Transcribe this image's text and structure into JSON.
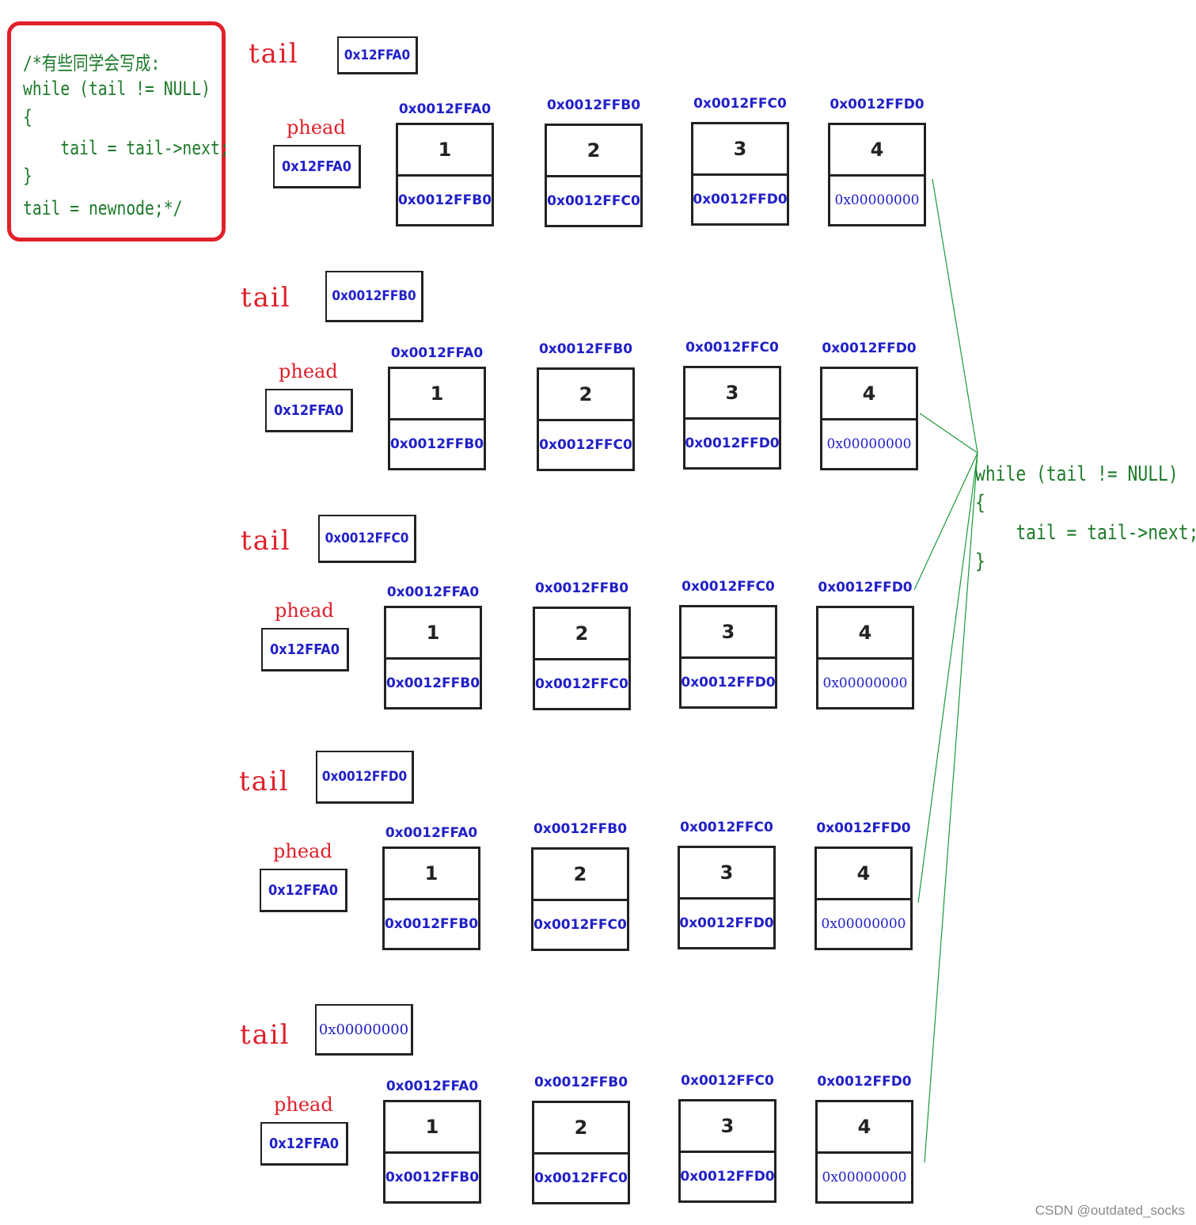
{
  "note_box": {
    "lines": [
      "/*有些同学会写成:",
      "while (tail != NULL)",
      "{",
      "    tail = tail->next;",
      "}",
      "tail = newnode;*/"
    ]
  },
  "right_code": {
    "lines": [
      "while (tail != NULL)",
      "{",
      "    tail = tail->next;",
      "}"
    ]
  },
  "labels": {
    "tail": "tail",
    "phead": "phead"
  },
  "node_addresses": [
    "0x0012FFA0",
    "0x0012FFB0",
    "0x0012FFC0",
    "0x0012FFD0"
  ],
  "node_values": [
    "1",
    "2",
    "3",
    "4"
  ],
  "node_next": [
    "0x0012FFB0",
    "0x0012FFC0",
    "0x0012FFD0",
    "0x00000000"
  ],
  "phead_value": "0x12FFA0",
  "frames": [
    {
      "tail_value": "0x12FFA0"
    },
    {
      "tail_value": "0x0012FFB0"
    },
    {
      "tail_value": "0x0012FFC0"
    },
    {
      "tail_value": "0x0012FFD0"
    },
    {
      "tail_value": "0x00000000"
    }
  ],
  "watermark": "CSDN @outdated_socks",
  "colors": {
    "label": "#e0202a",
    "address": "#2020c8",
    "code": "#1d7a2a",
    "connector": "#1a9a3a"
  }
}
